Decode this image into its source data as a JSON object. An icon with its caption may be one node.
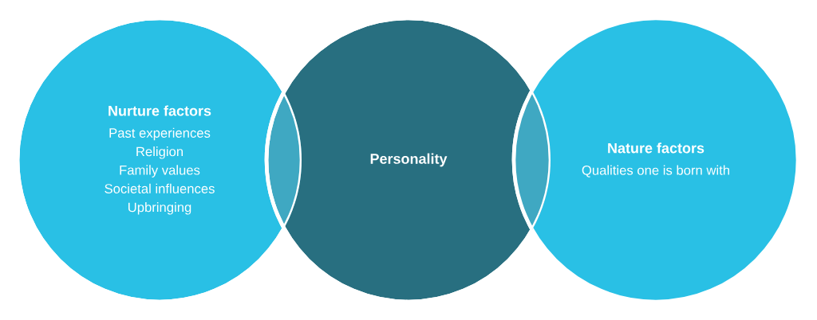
{
  "diagram": {
    "nodes": [
      {
        "text": [
          "Nurture factors",
          "Past experiences",
          "Religion",
          "Family values",
          "Societal influences",
          "Upbringing"
        ]
      },
      {
        "text": [
          "Personality"
        ]
      },
      {
        "text": [
          "Nature factors",
          "Qualities one is born with"
        ]
      }
    ]
  }
}
